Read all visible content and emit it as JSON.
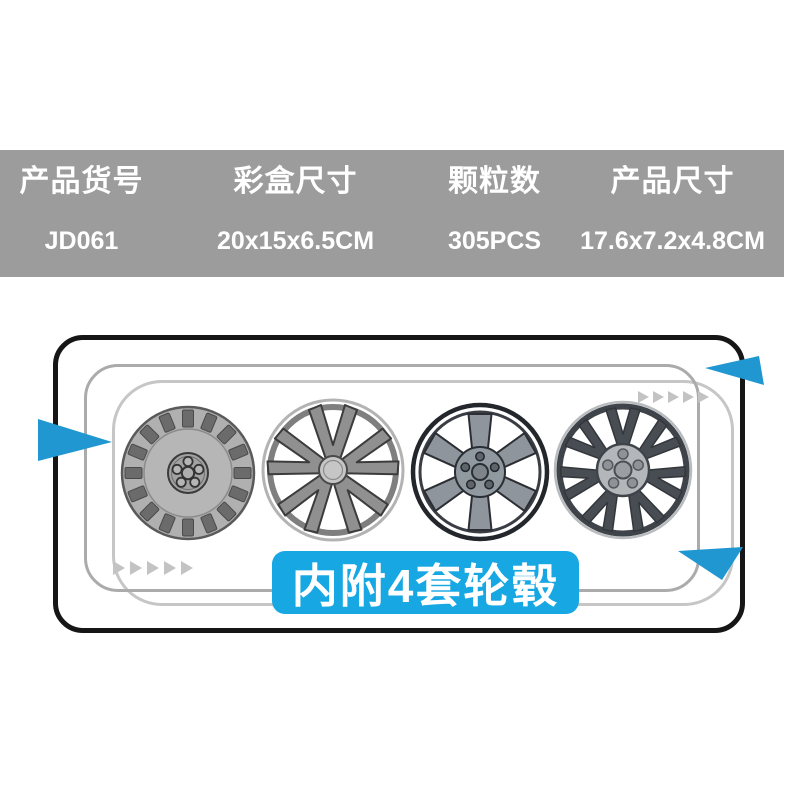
{
  "table": {
    "bg_color": "#9c9c9c",
    "text_color": "#ffffff",
    "columns": [
      {
        "header": "产品货号",
        "value": "JD061"
      },
      {
        "header": "彩盒尺寸",
        "value": "20x15x6.5CM"
      },
      {
        "header": "颗粒数",
        "value": "305PCS"
      },
      {
        "header": "产品尺寸",
        "value": "17.6x7.2x4.8CM"
      }
    ]
  },
  "illustration": {
    "banner_text": "内附4套轮毂",
    "banner_color": "#17a7e3",
    "arrow_color": "#2097d1",
    "chevron_color": "#c3c3c3",
    "outline_color": "#161616",
    "wheels": [
      {
        "name": "turbofan-cover-wheel"
      },
      {
        "name": "five-spoke-star-wheel"
      },
      {
        "name": "six-spoke-wheel"
      },
      {
        "name": "mesh-y-spoke-wheel"
      }
    ]
  }
}
